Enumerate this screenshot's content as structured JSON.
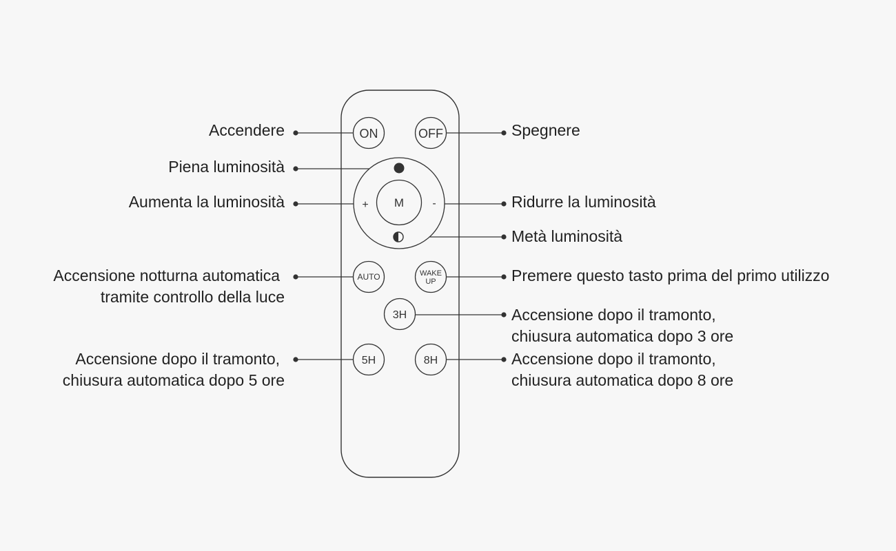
{
  "remote": {
    "buttons": {
      "on": "ON",
      "off": "OFF",
      "mode": "M",
      "plus": "+",
      "minus": "-",
      "auto": "AUTO",
      "wake_up_line1": "WAKE",
      "wake_up_line2": "UP",
      "three_h": "3H",
      "five_h": "5H",
      "eight_h": "8H"
    }
  },
  "labels": {
    "accendere": "Accendere",
    "spegnere": "Spegnere",
    "piena_luminosita": "Piena luminosità",
    "aumenta_luminosita": "Aumenta la luminosità",
    "ridurre_luminosita": "Ridurre la luminosità",
    "meta_luminosita": "Metà luminosità",
    "auto_line1": "Accensione notturna automatica",
    "auto_line2": "tramite controllo della luce",
    "wake_up": "Premere questo tasto prima del primo utilizzo",
    "three_h_line1": "Accensione dopo il tramonto,",
    "three_h_line2": "chiusura automatica dopo 3 ore",
    "five_h_line1": "Accensione dopo il tramonto,",
    "five_h_line2": "chiusura automatica dopo 5 ore",
    "eight_h_line1": "Accensione dopo il tramonto,",
    "eight_h_line2": "chiusura automatica dopo 8 ore"
  },
  "colors": {
    "background": "#f7f7f7",
    "line": "#333333",
    "text": "#222222"
  }
}
